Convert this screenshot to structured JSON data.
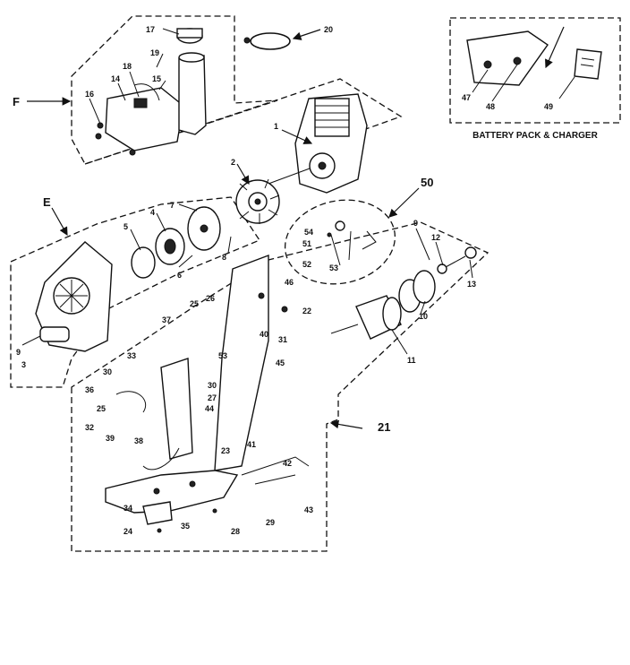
{
  "callouts": {
    "1": "1",
    "2": "2",
    "3": "3",
    "4": "4",
    "5": "5",
    "6": "6",
    "7": "7",
    "8": "8",
    "9a": "9",
    "9b": "9",
    "10": "10",
    "11": "11",
    "12": "12",
    "13": "13",
    "14": "14",
    "15": "15",
    "16": "16",
    "17": "17",
    "18": "18",
    "19": "19",
    "20": "20",
    "21": "21",
    "22": "22",
    "23": "23",
    "24": "24",
    "25a": "25",
    "25b": "25",
    "26": "26",
    "27": "27",
    "28": "28",
    "29": "29",
    "30a": "30",
    "30b": "30",
    "31": "31",
    "32": "32",
    "33": "33",
    "34": "34",
    "35": "35",
    "36": "36",
    "37": "37",
    "38": "38",
    "39": "39",
    "40": "40",
    "41": "41",
    "42": "42",
    "43": "43",
    "44": "44",
    "45": "45",
    "46": "46",
    "47": "47",
    "48": "48",
    "49": "49",
    "50": "50",
    "51": "51",
    "52": "52",
    "53a": "53",
    "53b": "53",
    "54": "54"
  },
  "groups": {
    "F": "F",
    "E": "E"
  },
  "battery_caption": "BATTERY PACK & CHARGER"
}
